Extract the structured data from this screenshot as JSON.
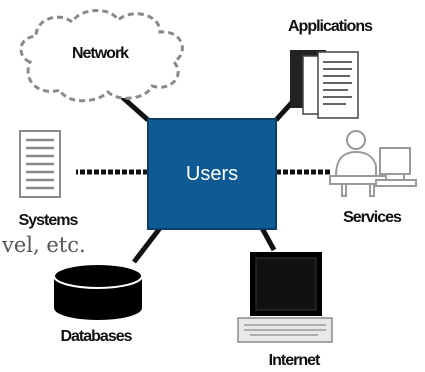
{
  "diagram": {
    "hub": {
      "label": "Users",
      "fill": "#0f5a92"
    },
    "nodes": [
      {
        "id": "network",
        "label": "Network",
        "icon": "cloud-icon"
      },
      {
        "id": "applications",
        "label": "Applications",
        "icon": "documents-icon"
      },
      {
        "id": "systems",
        "label": "Systems",
        "icon": "document-icon"
      },
      {
        "id": "services",
        "label": "Services",
        "icon": "person-at-computer-icon"
      },
      {
        "id": "databases",
        "label": "Databases",
        "icon": "database-cylinder-icon"
      },
      {
        "id": "internet",
        "label": "Internet",
        "icon": "laptop-icon"
      }
    ],
    "fragment_text": "vel, etc."
  }
}
